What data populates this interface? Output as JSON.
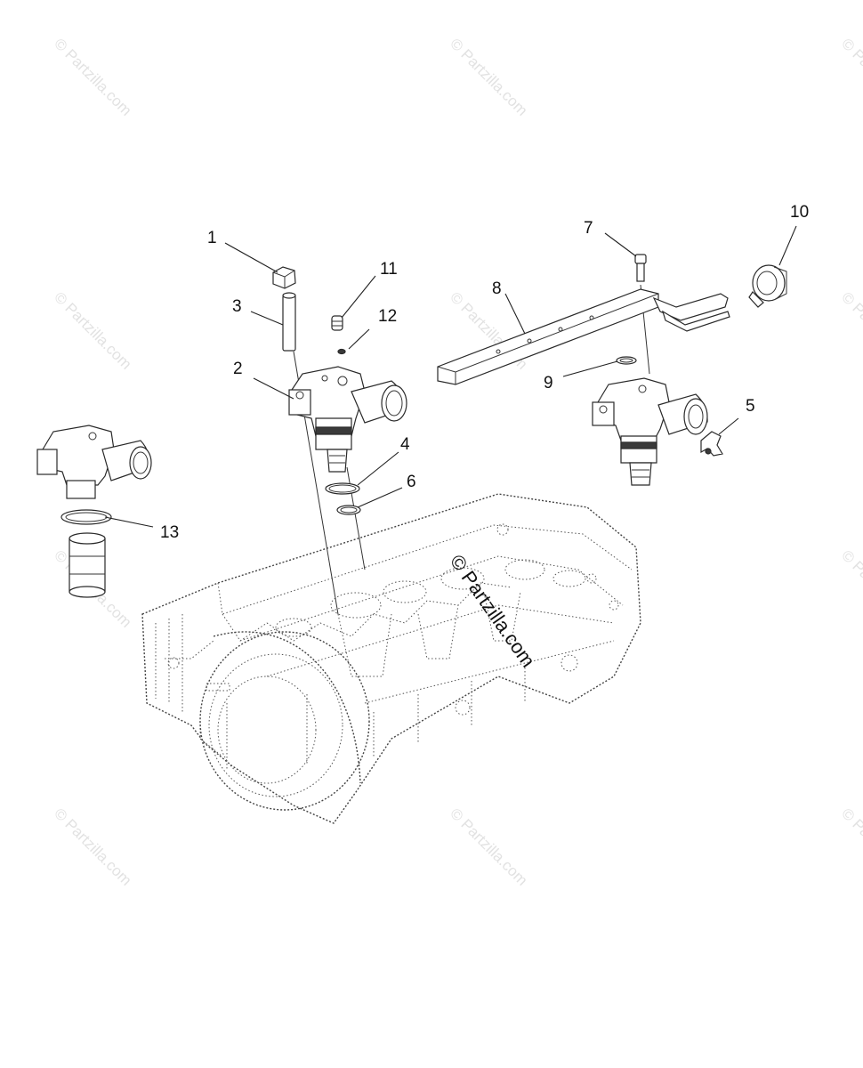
{
  "watermark": {
    "text": "© Partzilla.com",
    "center_text": "© Partzilla.com",
    "color": "#e2e2e2"
  },
  "callouts": [
    {
      "number": "1"
    },
    {
      "number": "2"
    },
    {
      "number": "3"
    },
    {
      "number": "4"
    },
    {
      "number": "5"
    },
    {
      "number": "6"
    },
    {
      "number": "7"
    },
    {
      "number": "8"
    },
    {
      "number": "9"
    },
    {
      "number": "10"
    },
    {
      "number": "11"
    },
    {
      "number": "12"
    },
    {
      "number": "13"
    }
  ]
}
